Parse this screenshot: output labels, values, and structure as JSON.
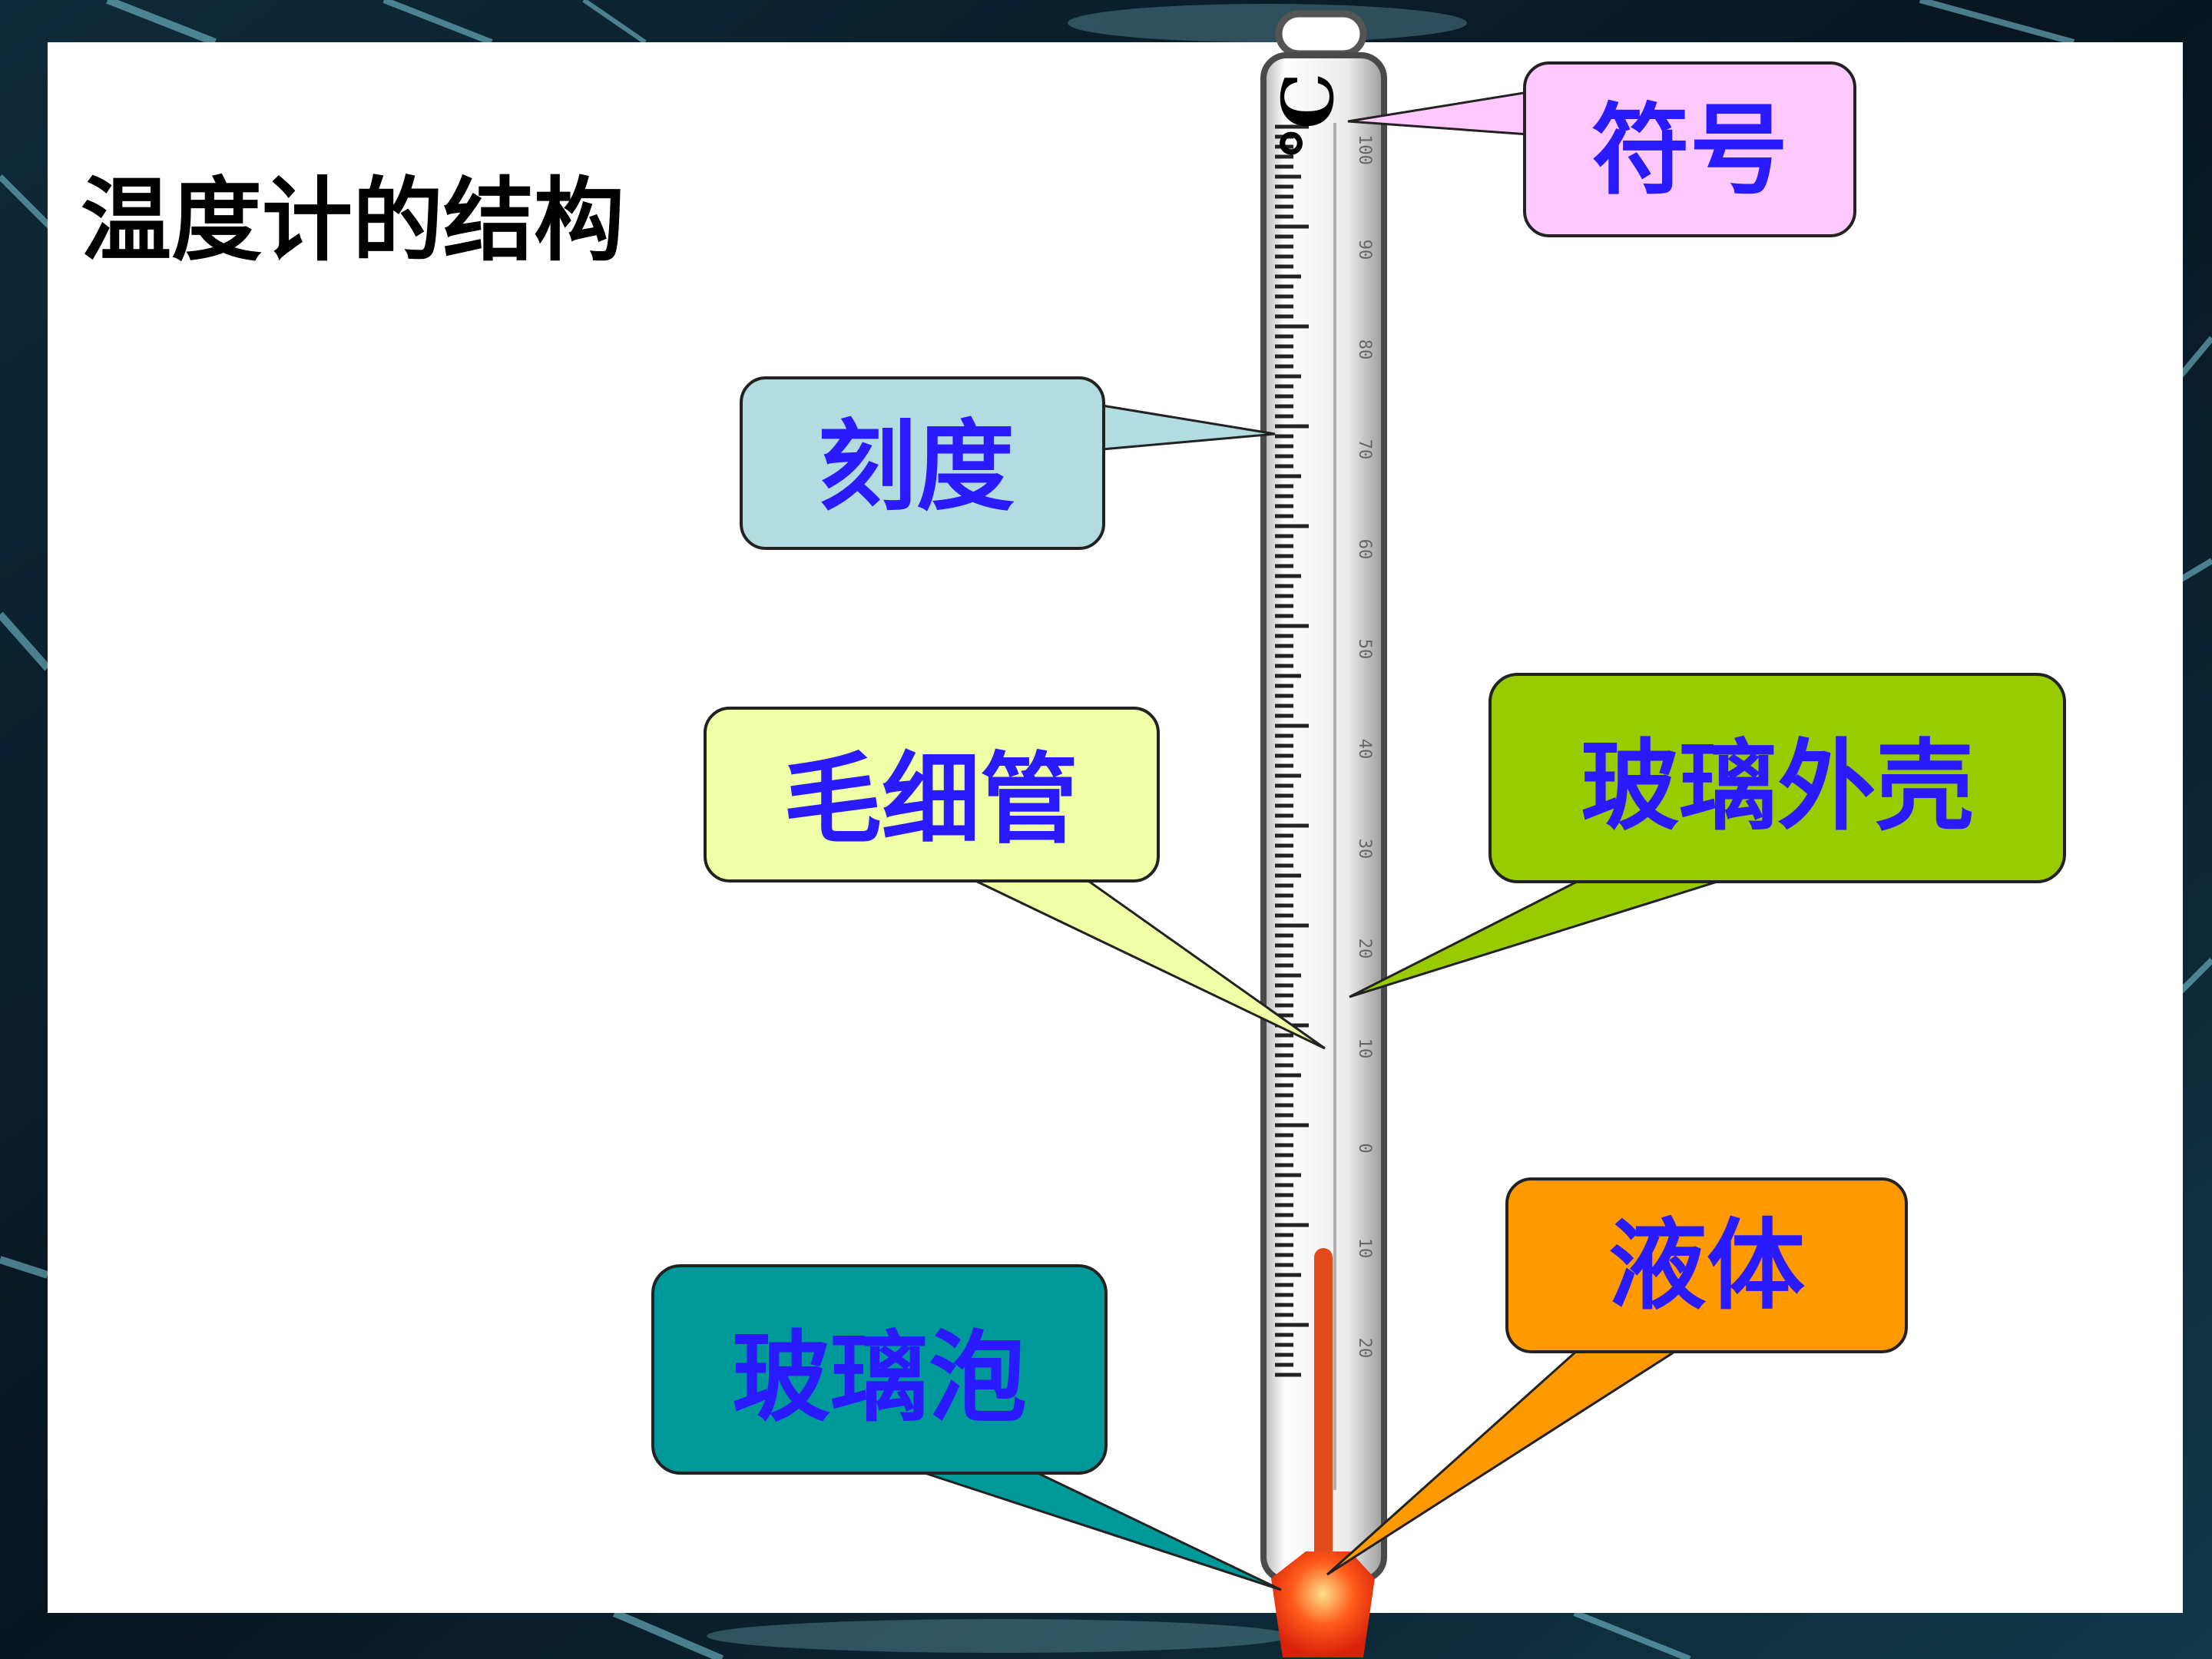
{
  "slide": {
    "title": "温度计的结构"
  },
  "thermometer": {
    "unit_symbol": "℃",
    "scale_labels": [
      "100",
      "90",
      "80",
      "70",
      "60",
      "50",
      "40",
      "30",
      "20",
      "10",
      "0",
      "10",
      "20"
    ],
    "liquid_top_value": -10,
    "liquid_color": "#e24a1a"
  },
  "callouts": {
    "symbol": {
      "label": "符号",
      "color": "#ffc8ff"
    },
    "scale": {
      "label": "刻度",
      "color": "#b3dce0"
    },
    "capillary": {
      "label": "毛细管",
      "color": "#eeffa6"
    },
    "glass_shell": {
      "label": "玻璃外壳",
      "color": "#99cc00"
    },
    "liquid": {
      "label": "液体",
      "color": "#ff9900"
    },
    "bulb": {
      "label": "玻璃泡",
      "color": "#009999"
    }
  },
  "colors": {
    "callout_text": "#2a1aff",
    "slide_background": "#ffffff"
  }
}
